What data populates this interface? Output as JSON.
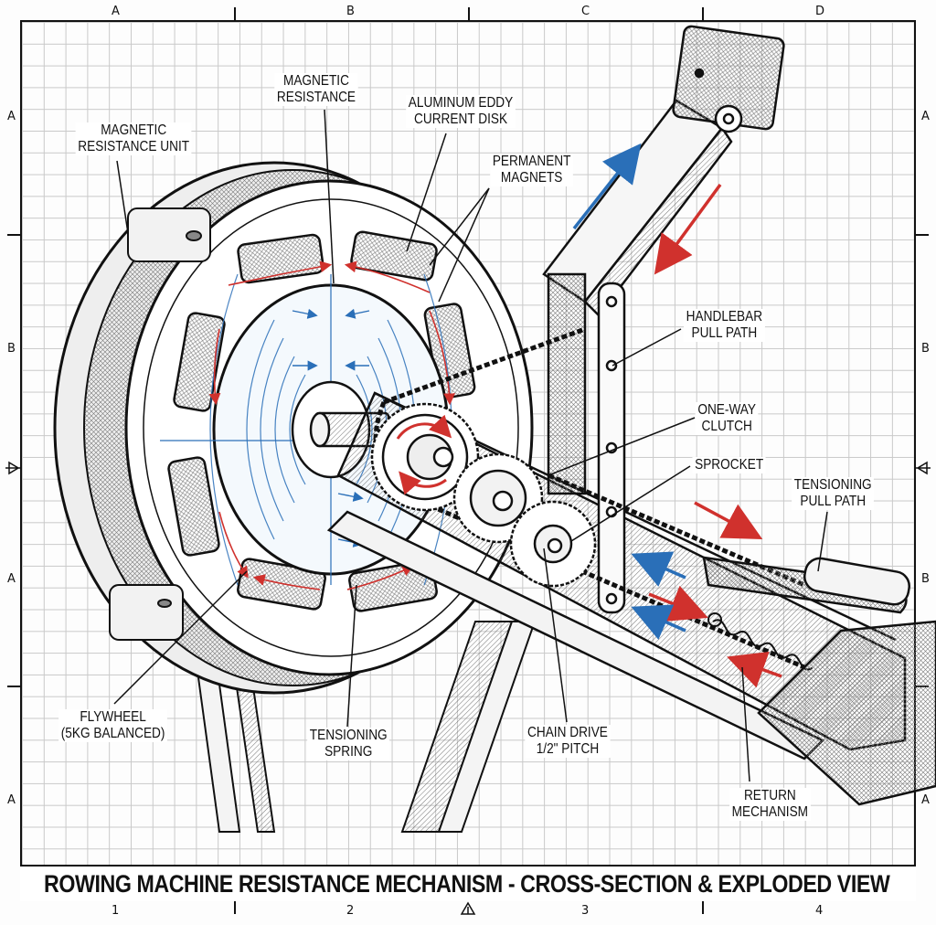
{
  "title": "ROWING MACHINE RESISTANCE MECHANISM - CROSS-SECTION & EXPLODED VIEW",
  "zones": {
    "top": [
      "A",
      "B",
      "C",
      "D"
    ],
    "bottom": [
      "1",
      "2",
      "3",
      "4"
    ],
    "left": [
      "A",
      "B",
      "A",
      "A"
    ],
    "right": [
      "A",
      "B",
      "B",
      "A"
    ]
  },
  "labels": {
    "magnetic_resistance_unit": [
      "MAGNETIC",
      "RESISTANCE UNIT"
    ],
    "magnetic_resistance": [
      "MAGNETIC",
      "RESISTANCE"
    ],
    "aluminum_eddy_current_disk": [
      "ALUMINUM EDDY",
      "CURRENT DISK"
    ],
    "permanent_magnets": [
      "PERMANENT",
      "MAGNETS"
    ],
    "handlebar_pull_path": [
      "HANDLEBAR",
      "PULL PATH"
    ],
    "one_way_clutch": [
      "ONE-WAY",
      "CLUTCH"
    ],
    "sprocket": [
      "SPROCKET"
    ],
    "tensioning_pull_path": [
      "TENSIONING",
      "PULL PATH"
    ],
    "flywheel": [
      "FLYWHEEL",
      "(5KG BALANCED)"
    ],
    "tensioning_spring": [
      "TENSIONING",
      "SPRING"
    ],
    "chain_drive": [
      "CHAIN DRIVE",
      "1/2\" PITCH"
    ],
    "return_mechanism": [
      "RETURN",
      "MECHANISM"
    ]
  },
  "colors": {
    "ink": "#111111",
    "flux_blue": "#2a6fb8",
    "flux_red": "#d0312d",
    "grid": "#c9c9c9"
  }
}
